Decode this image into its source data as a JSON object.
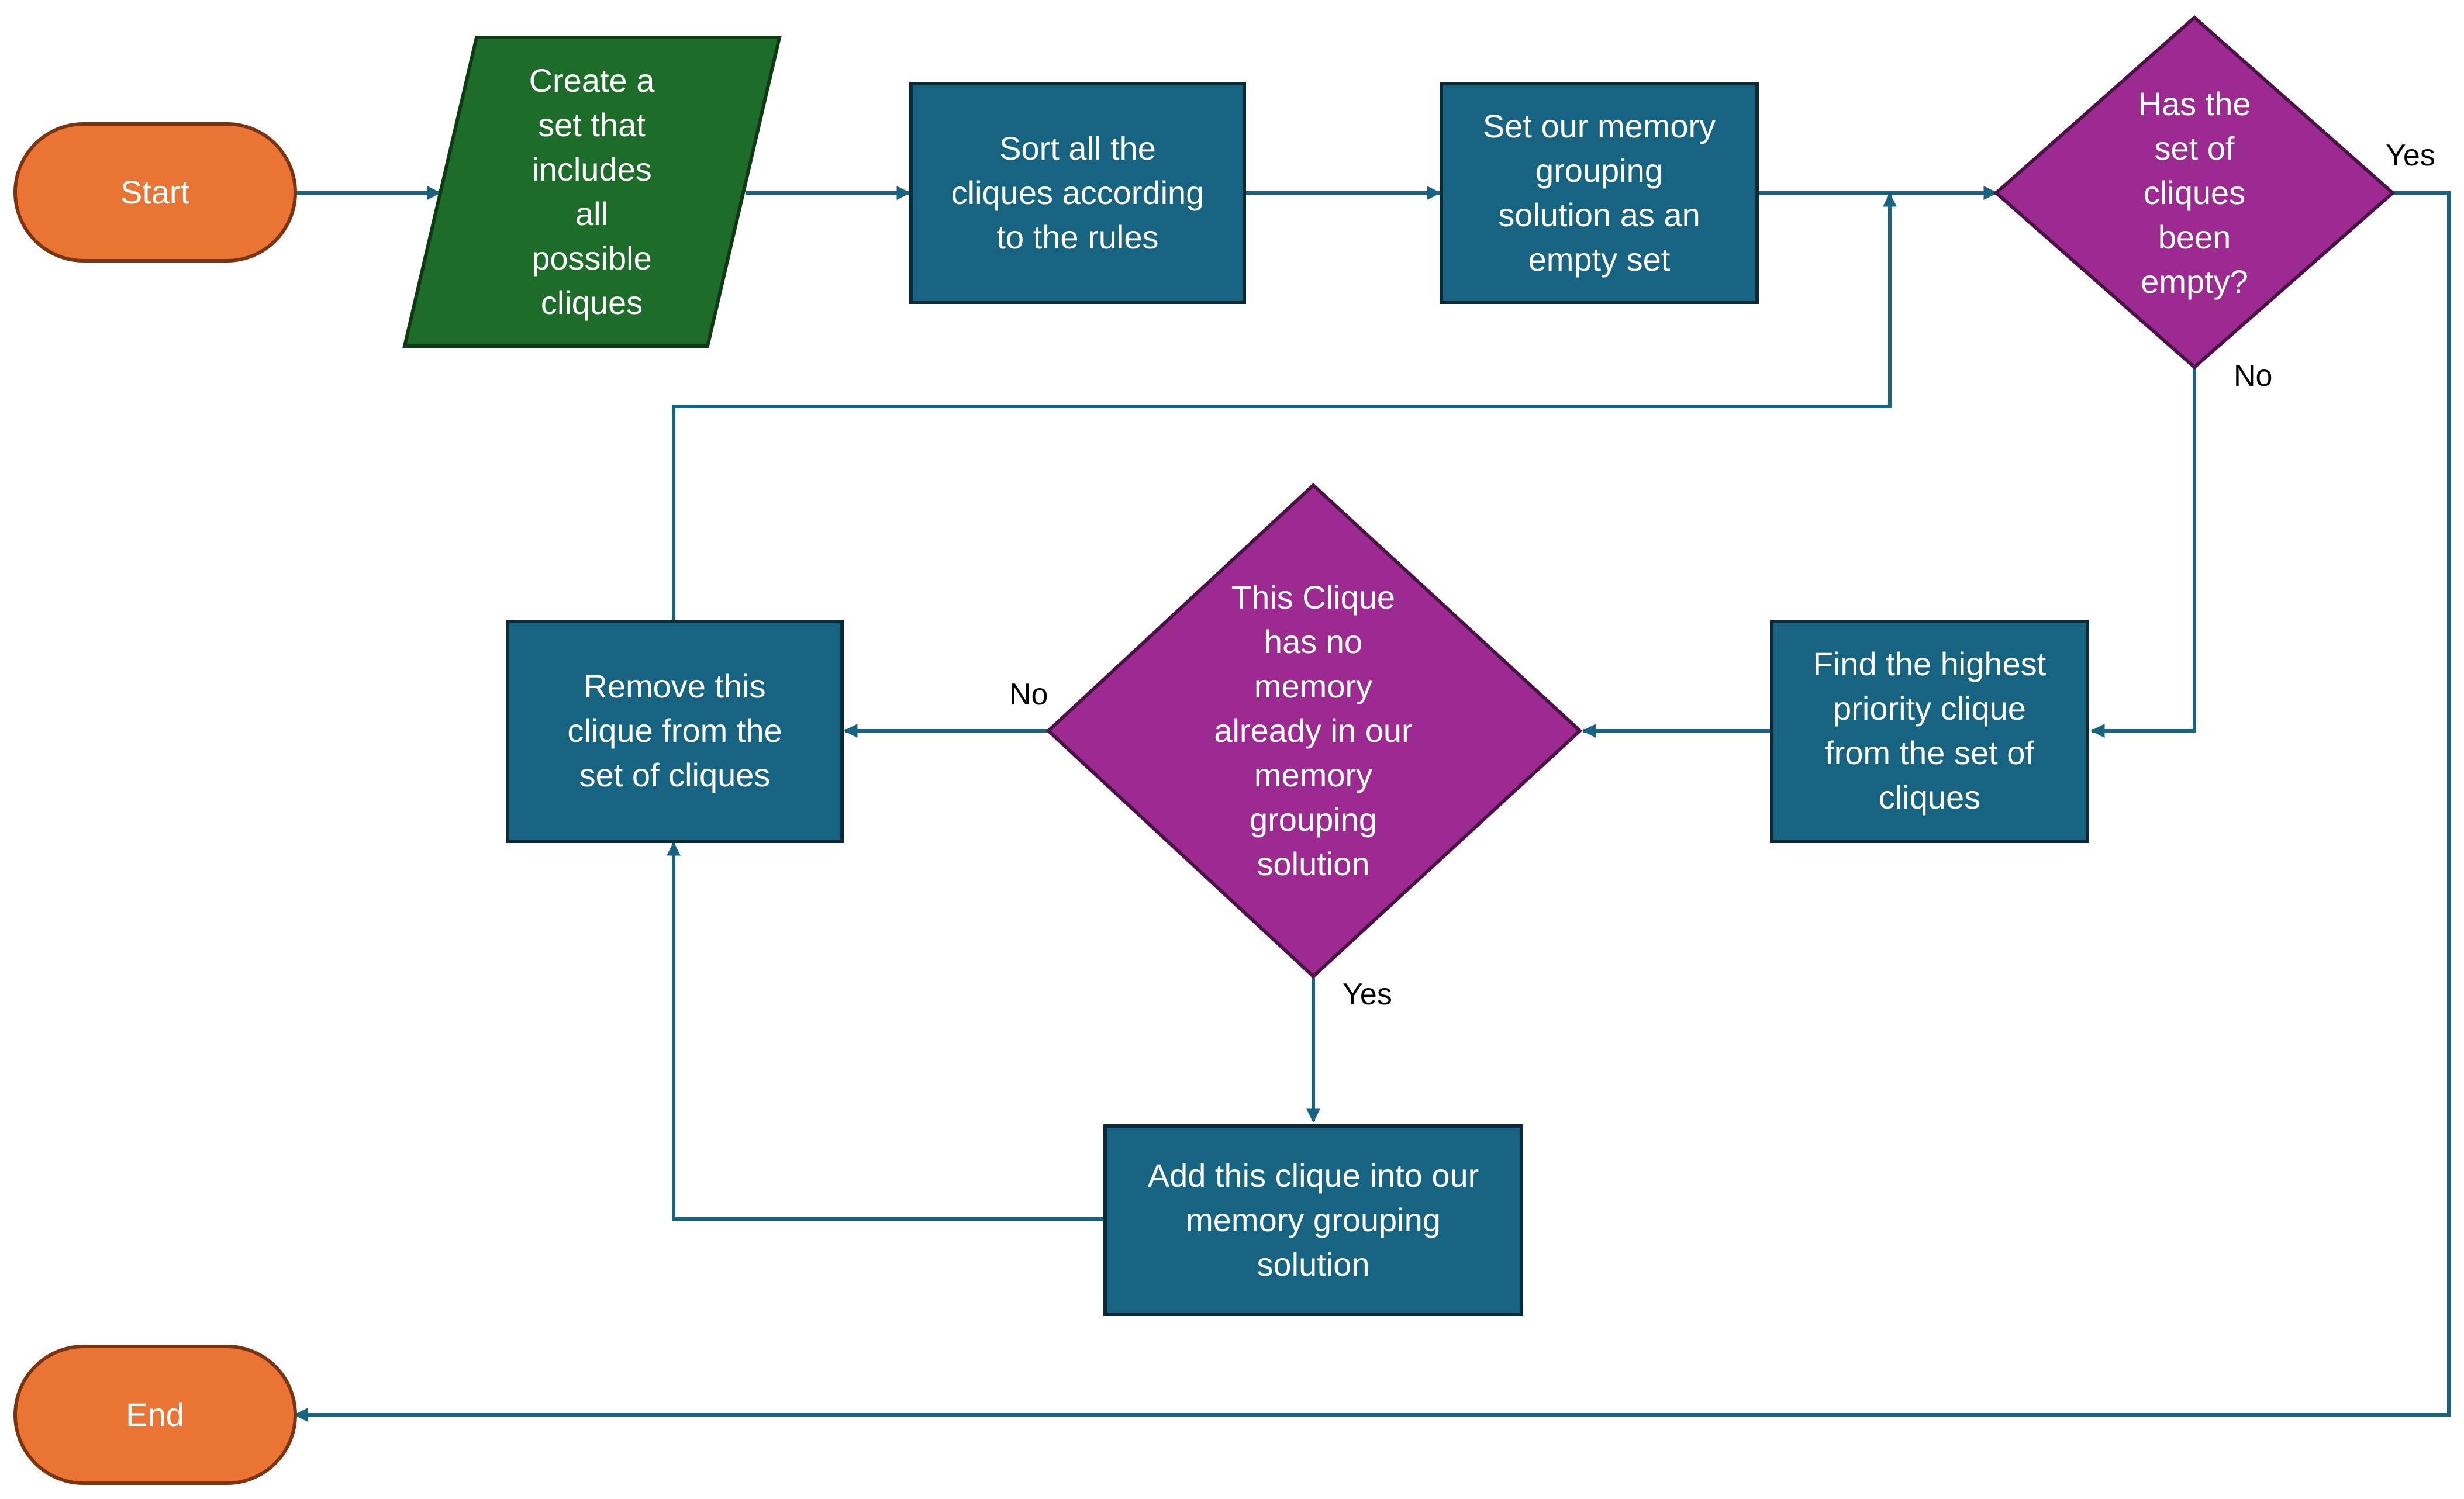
{
  "colors": {
    "terminal_fill": "#EA7433",
    "terminal_stroke": "#7A3410",
    "input_fill": "#1D6C2A",
    "input_stroke": "#0E3A14",
    "process_fill": "#176382",
    "process_stroke": "#0B2A38",
    "decision_fill": "#9C2A91",
    "decision_stroke": "#4B1245",
    "edge": "#176382",
    "text_light": "#FFFFFF",
    "text_dark": "#000000"
  },
  "nodes": {
    "start": {
      "lines": [
        "Start"
      ]
    },
    "create_set": {
      "lines": [
        "Create a",
        "set that",
        "includes",
        "all",
        "possible",
        "cliques"
      ]
    },
    "sort_cliques": {
      "lines": [
        "Sort all the",
        "cliques according",
        "to the rules"
      ]
    },
    "set_empty": {
      "lines": [
        "Set our memory",
        "grouping",
        "solution as an",
        "empty set"
      ]
    },
    "set_empty_check": {
      "lines": [
        "Has the",
        "set of",
        "cliques",
        "been",
        "empty?"
      ]
    },
    "find_highest": {
      "lines": [
        "Find the highest",
        "priority clique",
        "from the set of",
        "cliques"
      ]
    },
    "no_memory_check": {
      "lines": [
        "This Clique",
        "has no",
        "memory",
        "already in our",
        "memory",
        "grouping",
        "solution"
      ]
    },
    "remove_clique": {
      "lines": [
        "Remove this",
        "clique from the",
        "set of cliques"
      ]
    },
    "add_clique": {
      "lines": [
        "Add this clique into our",
        "memory grouping",
        "solution"
      ]
    },
    "end": {
      "lines": [
        "End"
      ]
    }
  },
  "edge_labels": {
    "empty_yes": "Yes",
    "empty_no": "No",
    "memory_no": "No",
    "memory_yes": "Yes"
  }
}
